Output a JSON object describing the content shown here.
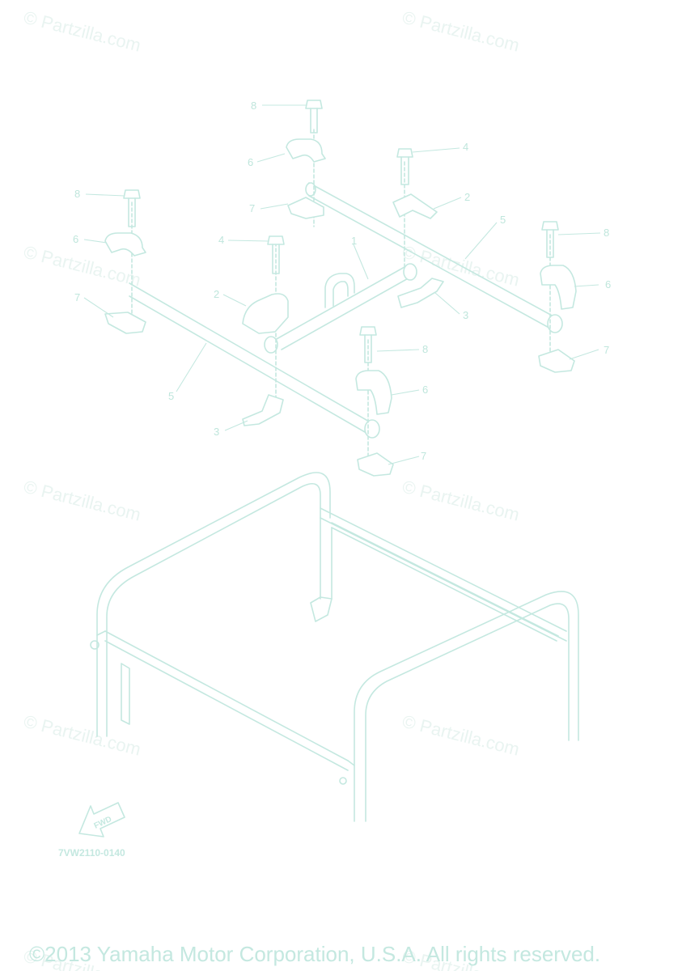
{
  "watermark": "© Partzilla.com",
  "callouts": {
    "c8_top": "8",
    "c6_top": "6",
    "c4_top": "4",
    "c7_top": "7",
    "c2_top": "2",
    "c8_left": "8",
    "c6_left": "6",
    "c4_mid": "4",
    "c1": "1",
    "c5_right": "5",
    "c8_right": "8",
    "c7_left": "7",
    "c2_mid": "2",
    "c6_right": "6",
    "c3_right": "3",
    "c8_low": "8",
    "c7_right": "7",
    "c5_left": "5",
    "c6_low": "6",
    "c3_left": "3",
    "c7_low": "7"
  },
  "fwd_label": "FWD",
  "diagram_code": "7VW2110-0140",
  "copyright": "©2013 Yamaha Motor Corporation, U.S.A. All rights reserved.",
  "colors": {
    "line": "#c4e8e0",
    "watermark": "#e9f4f1",
    "background": "#ffffff"
  }
}
